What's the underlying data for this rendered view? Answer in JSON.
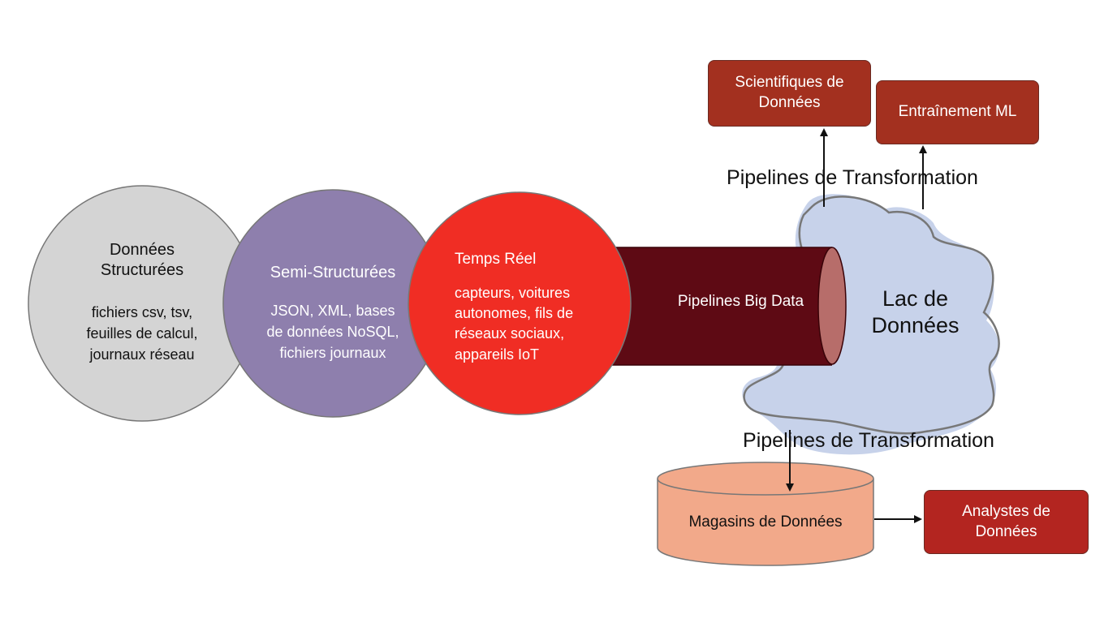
{
  "sources": [
    {
      "title": "Données\nStructurées",
      "detail": "fichiers csv, tsv,\nfeuilles de calcul,\njournaux réseau",
      "fill": "#d4d4d4"
    },
    {
      "title": "Semi-Structurées",
      "detail": "JSON, XML, bases\nde données NoSQL,\nfichiers journaux",
      "fill": "#8e7fad"
    },
    {
      "title": "Temps Réel",
      "detail": "capteurs, voitures\nautonomes, fils de\nréseaux sociaux,\nappareils IoT",
      "fill": "#f02d24"
    }
  ],
  "pipe": {
    "label": "Pipelines Big Data",
    "fill": "#5e0a14"
  },
  "lake": {
    "label": "Lac de\nDonnées",
    "fill": "#c7d2ea"
  },
  "transform_top": "Pipelines de Transformation",
  "transform_bottom": "Pipelines de Transformation",
  "consumers": {
    "scientists": "Scientifiques de\nDonnées",
    "ml": "Entraînement ML",
    "analysts": "Analystes de\nDonnées"
  },
  "warehouse": {
    "label": "Magasins de Données",
    "fill": "#f2a98a"
  },
  "colors": {
    "box": "#a3301f",
    "box_analysts": "#b32520",
    "outline": "#777777",
    "arrow": "#111111"
  }
}
